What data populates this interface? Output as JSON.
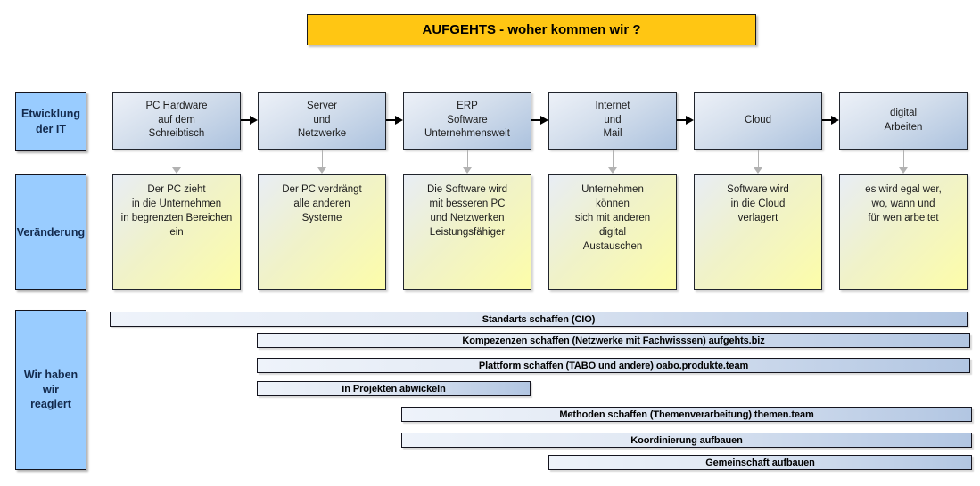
{
  "title": "AUFGEHTS - woher kommen wir ?",
  "row_labels": {
    "it": "Etwicklung\nder IT",
    "change": "Veränderung",
    "reaction": "Wir haben\nwir\nreagiert"
  },
  "it_stages": [
    "PC Hardware\nauf dem\nSchreibtisch",
    "Server\nund\nNetzwerke",
    "ERP\nSoftware\nUnternehmensweit",
    "Internet\nund\nMail",
    "Cloud",
    "digital\nArbeiten"
  ],
  "changes": [
    "Der PC zieht\nin die Unternehmen\nin begrenzten Bereichen\nein",
    "Der PC verdrängt\nalle anderen\nSysteme",
    "Die Software wird\nmit besseren PC\nund Netzwerken\nLeistungsfähiger",
    "Unternehmen\nkönnen\nsich mit anderen\ndigital\nAustauschen",
    "Software wird\nin die Cloud\nverlagert",
    "es wird egal wer,\nwo, wann und\nfür wen arbeitet"
  ],
  "reactions": [
    "Standarts schaffen (CIO)",
    "Kompezenzen schaffen (Netzwerke mit Fachwisssen) aufgehts.biz",
    "Plattform schaffen (TABO und andere) oabo.produkte.team",
    "in Projekten abwickeln",
    "Methoden schaffen (Themenverarbeitung) themen.team",
    "Koordinierung aufbauen",
    "Gemeinschaft aufbauen"
  ],
  "colors": {
    "title_bg": "#FFC613",
    "row_label_bg": "#99CCFF",
    "it_box_gradient": [
      "#EDF1F8",
      "#ACC2DE"
    ],
    "change_box_gradient": [
      "#E8EDF5",
      "#FDFDA9"
    ],
    "bar_gradient": [
      "#EEF3FA",
      "#B2C6E2"
    ],
    "connector_gray": "#B2B2B2",
    "border": "#1A1A1A"
  }
}
